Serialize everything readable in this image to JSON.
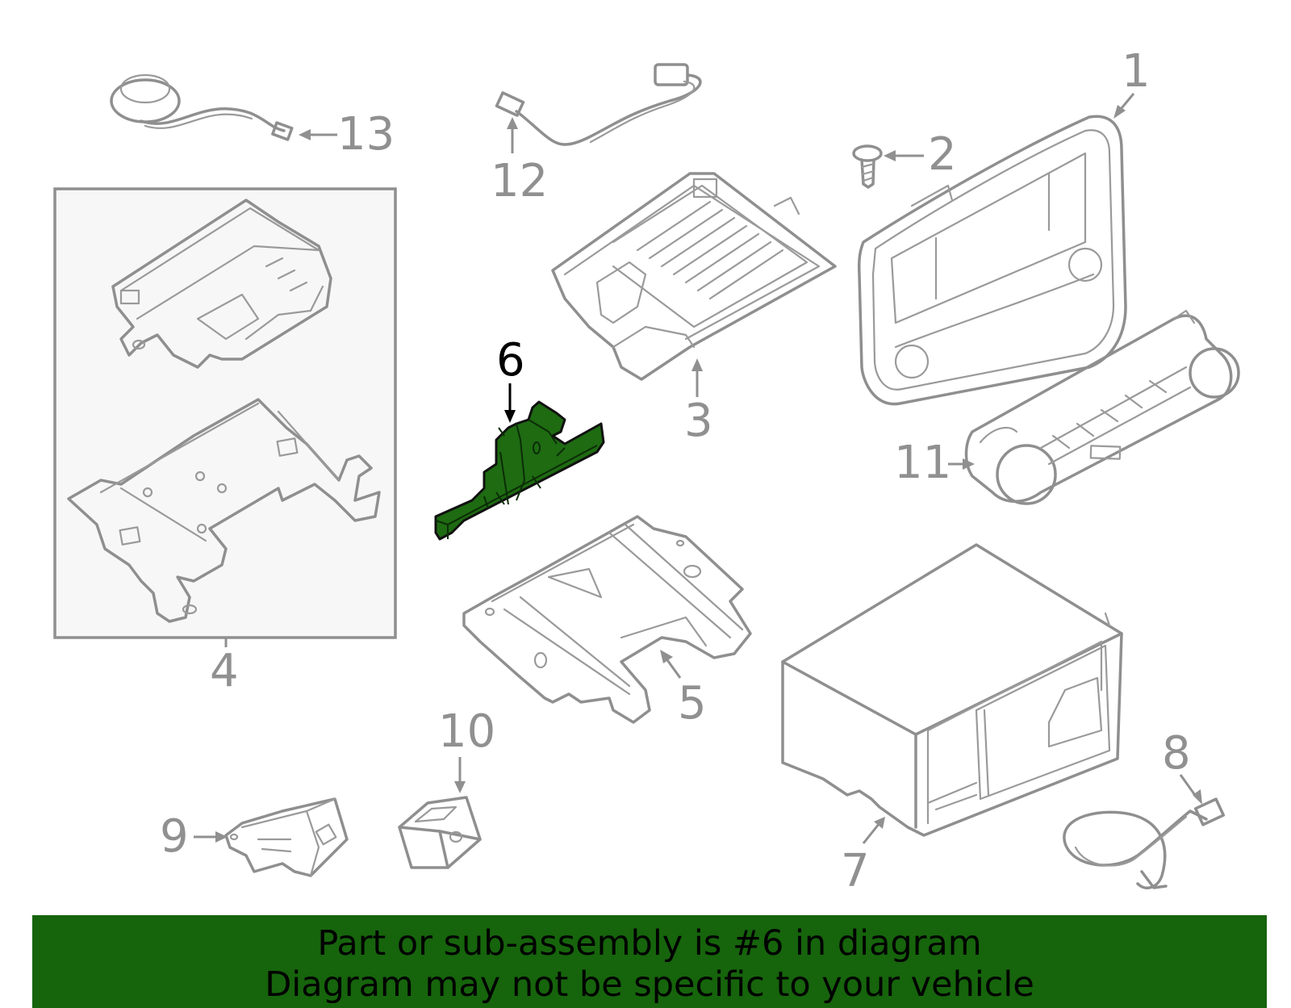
{
  "diagram": {
    "callouts": [
      "1",
      "2",
      "3",
      "4",
      "5",
      "6",
      "7",
      "8",
      "9",
      "10",
      "11",
      "12",
      "13"
    ],
    "highlighted_part": "6",
    "highlight_color": "#1e6b12",
    "line_color": "#8f8f8f",
    "group_box_fill": "#f7f7f7"
  },
  "banner": {
    "line1": "Part or sub-assembly is #6 in diagram",
    "line2": "Diagram may not be specific to your vehicle",
    "color": "#16640c"
  }
}
